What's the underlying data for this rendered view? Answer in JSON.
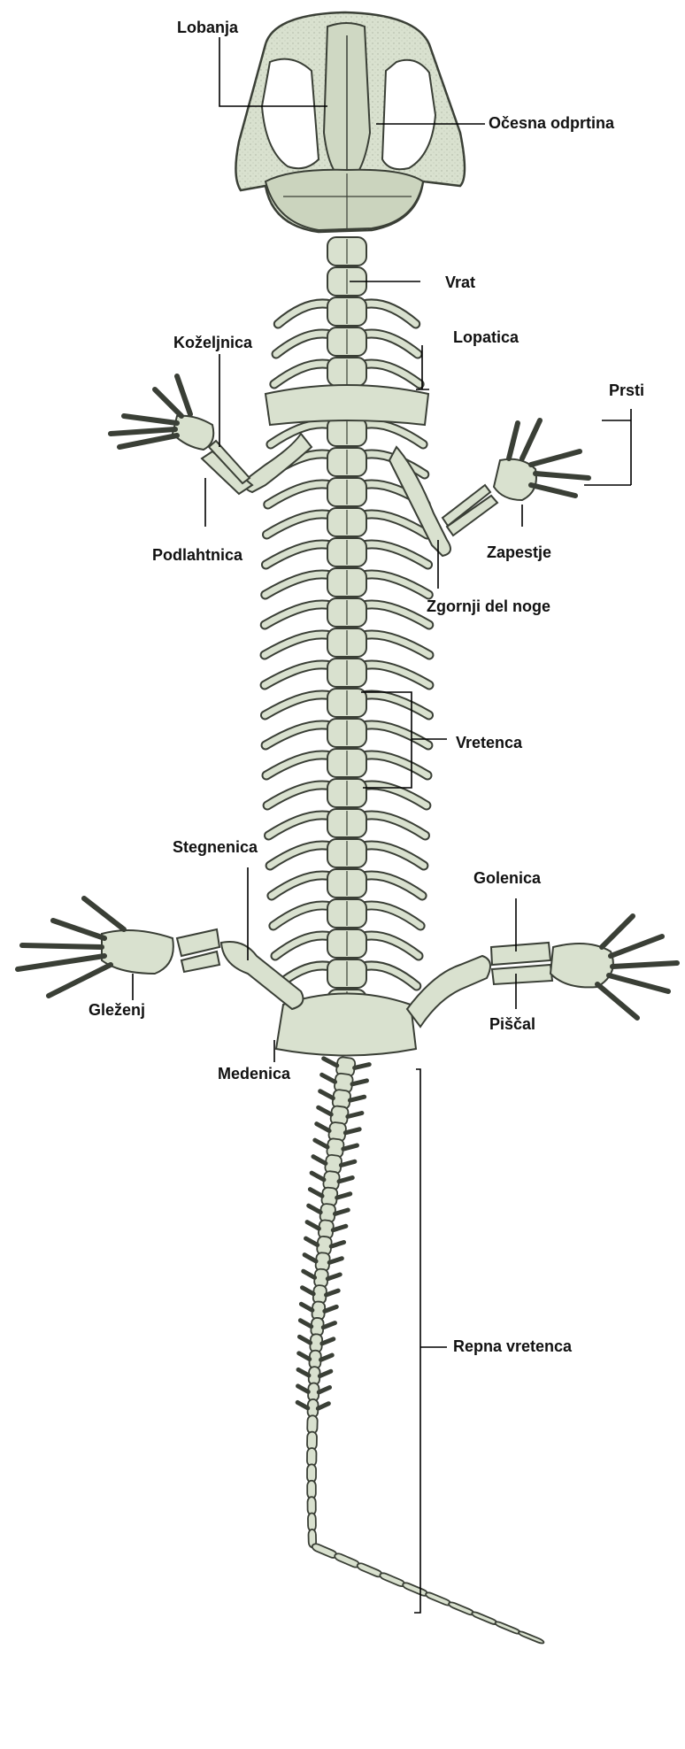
{
  "colors": {
    "bone": "#d9e1cf",
    "bone_outline": "#3a3f36",
    "bone_shadow": "#a9b39c",
    "leader": "#000000"
  },
  "labels": {
    "lobanja": "Lobanja",
    "ocesna_odprtina": "Očesna odprtina",
    "vrat": "Vrat",
    "lopatica": "Lopatica",
    "kozeljnica": "Koželjnica",
    "prsti": "Prsti",
    "podlahtnica": "Podlahtnica",
    "zapestje": "Zapestje",
    "zgornji_del_noge": "Zgornji del noge",
    "vretenca": "Vretenca",
    "stegnenica": "Stegnenica",
    "golenica": "Golenica",
    "glezenj": "Gleženj",
    "piscal": "Piščal",
    "medenica": "Medenica",
    "repna_vretenca": "Repna vretenca"
  }
}
